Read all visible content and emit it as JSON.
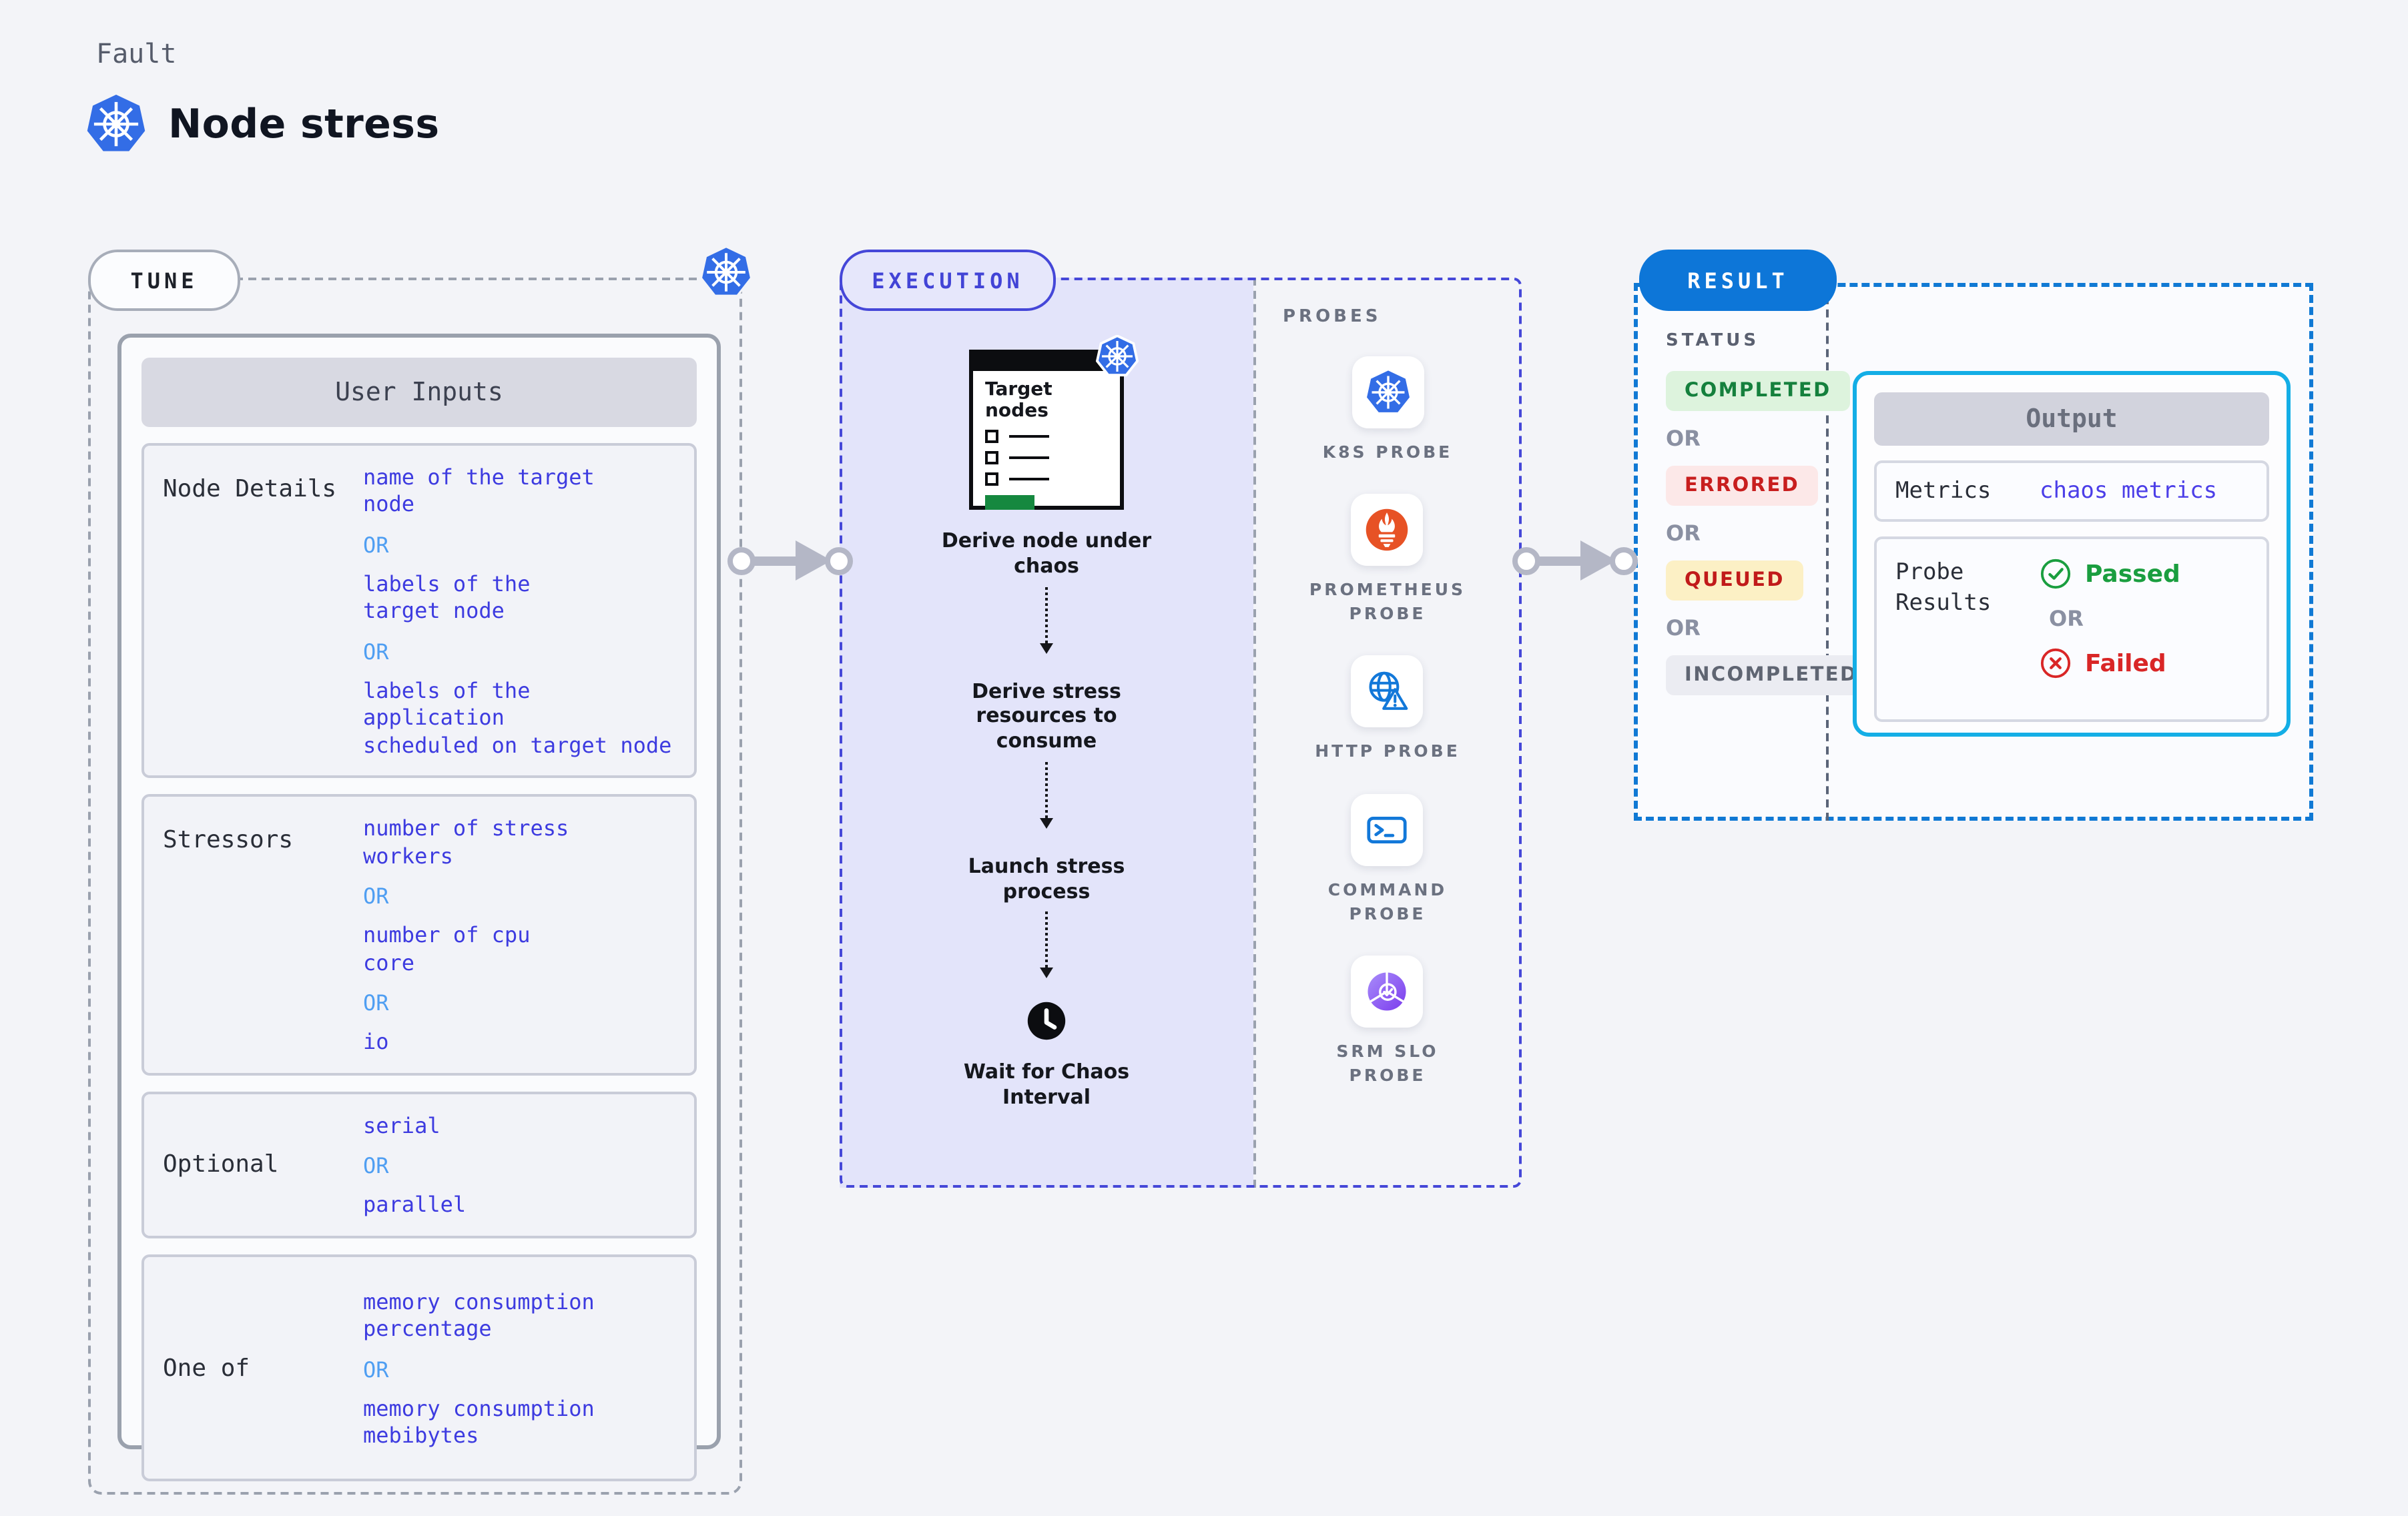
{
  "page": {
    "kicker": "Fault",
    "title": "Node stress"
  },
  "tune": {
    "pill": "TUNE",
    "table_title": "User Inputs",
    "rows": [
      {
        "label": "Node Details",
        "items": [
          {
            "type": "value",
            "text": "name of the target\nnode"
          },
          {
            "type": "or",
            "text": "OR"
          },
          {
            "type": "value",
            "text": "labels of the\ntarget node"
          },
          {
            "type": "or",
            "text": "OR"
          },
          {
            "type": "value",
            "text": "labels of the application\n scheduled on target node"
          }
        ]
      },
      {
        "label": "Stressors",
        "items": [
          {
            "type": "value",
            "text": "number of stress\nworkers"
          },
          {
            "type": "or",
            "text": "OR"
          },
          {
            "type": "value",
            "text": "number of cpu\ncore"
          },
          {
            "type": "or",
            "text": "OR"
          },
          {
            "type": "value",
            "text": "io"
          }
        ]
      },
      {
        "label": "Optional",
        "items": [
          {
            "type": "value",
            "text": "serial"
          },
          {
            "type": "or",
            "text": "OR"
          },
          {
            "type": "value",
            "text": "parallel"
          }
        ]
      },
      {
        "label": "One of",
        "items": [
          {
            "type": "value",
            "text": "memory consumption\npercentage"
          },
          {
            "type": "or",
            "text": "OR"
          },
          {
            "type": "value",
            "text": "memory consumption\nmebibytes"
          }
        ]
      }
    ]
  },
  "execution": {
    "pill": "EXECUTION",
    "target_card_title": "Target nodes",
    "steps": [
      "Derive node under\nchaos",
      "Derive stress\nresources to\nconsume",
      "Launch stress\nprocess"
    ],
    "final_step": "Wait for Chaos\nInterval",
    "probes": {
      "heading": "PROBES",
      "items": [
        {
          "icon": "kubernetes-icon",
          "label": "K8S PROBE"
        },
        {
          "icon": "prometheus-icon",
          "label": "PROMETHEUS\nPROBE"
        },
        {
          "icon": "http-globe-icon",
          "label": "HTTP PROBE"
        },
        {
          "icon": "command-terminal-icon",
          "label": "COMMAND\nPROBE"
        },
        {
          "icon": "srm-slo-icon",
          "label": "SRM SLO\nPROBE"
        }
      ]
    }
  },
  "result": {
    "pill": "RESULT",
    "status": {
      "heading": "STATUS",
      "entries": [
        {
          "type": "badge",
          "variant": "completed",
          "text": "COMPLETED"
        },
        {
          "type": "or",
          "text": "OR"
        },
        {
          "type": "badge",
          "variant": "errored",
          "text": "ERRORED"
        },
        {
          "type": "or",
          "text": "OR"
        },
        {
          "type": "badge",
          "variant": "queued",
          "text": "QUEUED"
        },
        {
          "type": "or",
          "text": "OR"
        },
        {
          "type": "badge",
          "variant": "incompleted",
          "text": "INCOMPLETED"
        }
      ]
    },
    "output": {
      "title": "Output",
      "metrics_label": "Metrics",
      "metrics_value": "chaos metrics",
      "probe_results_label": "Probe Results",
      "passed": "Passed",
      "or": "OR",
      "failed": "Failed"
    }
  },
  "colors": {
    "kubernetes_blue": "#336de6",
    "indigo_accent": "#4547d8",
    "lavender_fill": "#e3e4fa",
    "result_blue": "#0d76d8",
    "result_dashed_blue": "#1079d4",
    "output_border_cyan": "#14aee6",
    "output_fill_cyan": "#e9f6fd",
    "value_text_indigo": "#3d3be0",
    "or_text_blue": "#4f9ef2",
    "passed_green": "#1a9e3f",
    "failed_red": "#d92626",
    "completed_green": "#15803d",
    "errored_red": "#c81e1e",
    "prometheus_orange": "#e75225",
    "target_green_bar": "#15883f"
  }
}
